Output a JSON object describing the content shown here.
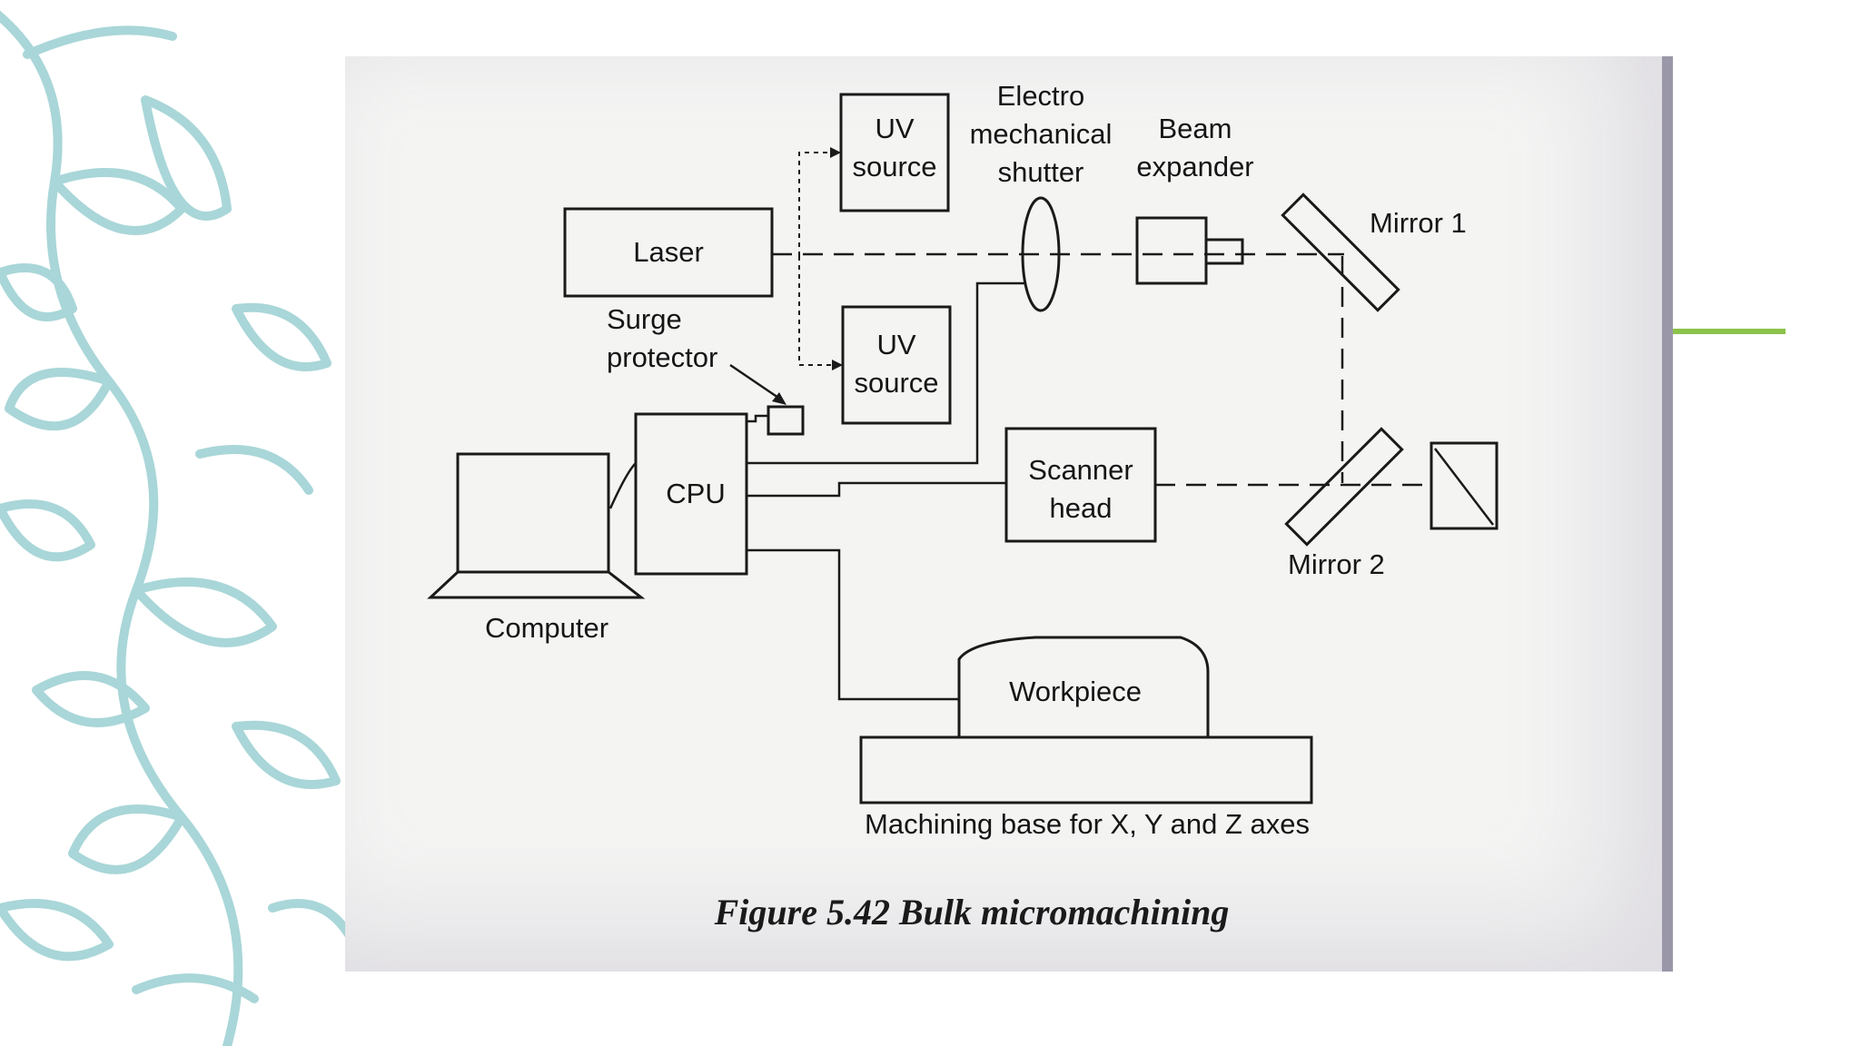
{
  "figure": {
    "caption": "Figure 5.42 Bulk micromachining",
    "labels": {
      "laser": "Laser",
      "uv_top_1": "UV",
      "uv_top_2": "source",
      "uv_bottom_1": "UV",
      "uv_bottom_2": "source",
      "shutter_1": "Electro",
      "shutter_2": "mechanical",
      "shutter_3": "shutter",
      "expander_1": "Beam",
      "expander_2": "expander",
      "mirror1": "Mirror 1",
      "mirror2": "Mirror 2",
      "surge_1": "Surge",
      "surge_2": "protector",
      "cpu": "CPU",
      "computer": "Computer",
      "scanner_1": "Scanner",
      "scanner_2": "head",
      "workpiece": "Workpiece",
      "base": "Machining base for X, Y and Z axes"
    }
  },
  "colors": {
    "accent": "#8bc34a",
    "leaf_pattern": "#a9d6d8",
    "ink": "#1a1a1a",
    "scan_paper": "#f4f4f3"
  }
}
